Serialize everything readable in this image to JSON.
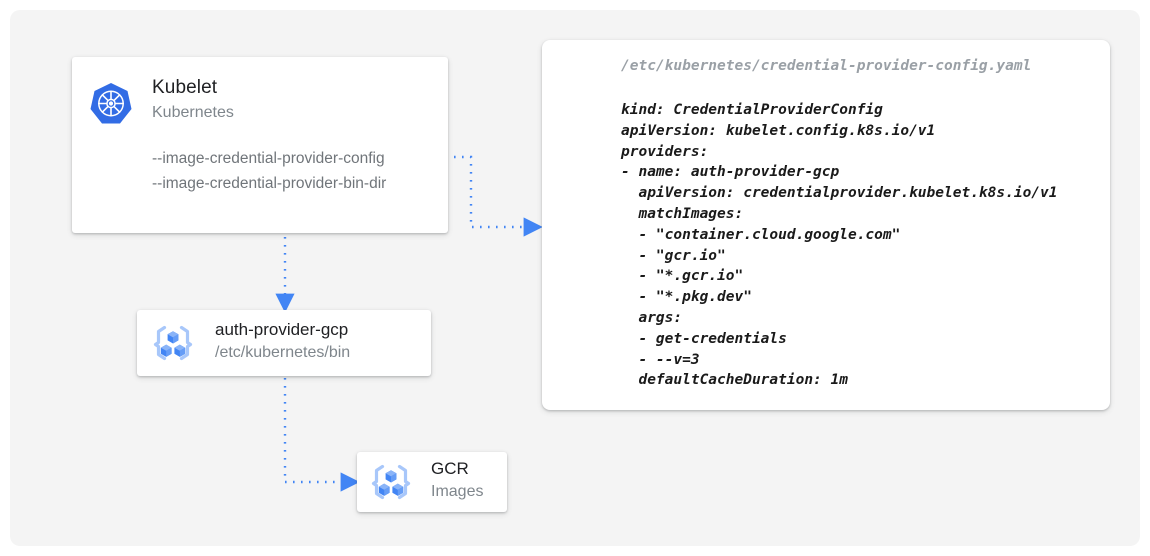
{
  "canvas": {
    "background_color": "#f4f4f4",
    "page_background": "#ffffff"
  },
  "colors": {
    "accent_blue": "#4285f4",
    "kubernetes_blue": "#326ce5",
    "title_text": "#202124",
    "muted_text": "#7f868c",
    "code_text": "#1a1a1a",
    "code_path_text": "#9aa0a6"
  },
  "kubelet_card": {
    "icon": "kubernetes-logo-icon",
    "title": "Kubelet",
    "subtitle": "Kubernetes",
    "flags": [
      "--image-credential-provider-config",
      "--image-credential-provider-bin-dir"
    ]
  },
  "auth_provider_card": {
    "icon": "gcp-container-registry-icon",
    "title": "auth-provider-gcp",
    "subtitle": "/etc/kubernetes/bin"
  },
  "gcr_card": {
    "icon": "gcp-container-registry-icon",
    "title": "GCR",
    "subtitle": "Images"
  },
  "yaml_panel": {
    "file_path": "/etc/kubernetes/credential-provider-config.yaml",
    "lines": [
      "kind: CredentialProviderConfig",
      "apiVersion: kubelet.config.k8s.io/v1",
      "providers:",
      "- name: auth-provider-gcp",
      "  apiVersion: credentialprovider.kubelet.k8s.io/v1",
      "  matchImages:",
      "  - \"container.cloud.google.com\"",
      "  - \"gcr.io\"",
      "  - \"*.gcr.io\"",
      "  - \"*.pkg.dev\"",
      "  args:",
      "  - get-credentials",
      "  - --v=3",
      "  defaultCacheDuration: 1m"
    ]
  },
  "connectors": [
    {
      "name": "kubelet-config-to-yaml",
      "from": "kubelet-card-config-flag",
      "to": "yaml-panel",
      "style": "dotted",
      "arrowhead": true
    },
    {
      "name": "kubelet-to-auth-provider",
      "from": "kubelet-card",
      "to": "auth-provider-card",
      "style": "dotted",
      "arrowhead": true
    },
    {
      "name": "auth-provider-to-gcr",
      "from": "auth-provider-card",
      "to": "gcr-card",
      "style": "dotted",
      "arrowhead": true
    }
  ]
}
